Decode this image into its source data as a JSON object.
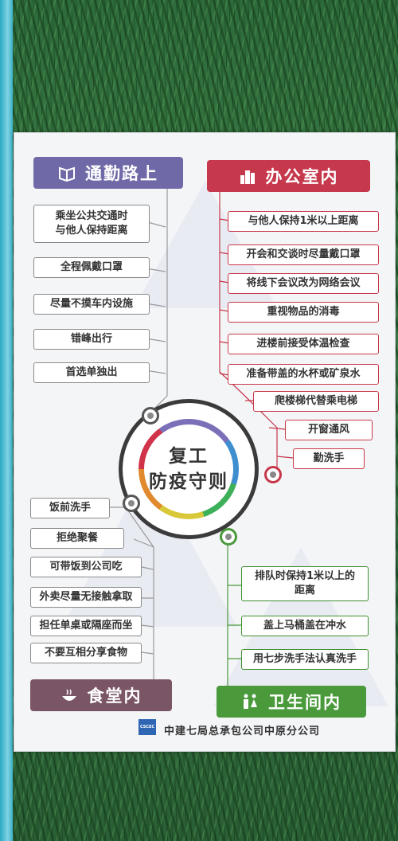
{
  "title": [
    "复工",
    "防疫守则"
  ],
  "sections": {
    "commute": {
      "title": "通勤路上",
      "color": "#6f6aa7",
      "icon": "book-icon",
      "items": [
        "乘坐公共交通时\n与他人保持距离",
        "全程佩戴口罩",
        "尽量不摸车内设施",
        "错峰出行",
        "首选单独出"
      ]
    },
    "office": {
      "title": "办公室内",
      "color": "#c6384b",
      "icon": "building-icon",
      "items": [
        "与他人保持1米以上距离",
        "开会和交谈时尽量戴口罩",
        "将线下会议改为网络会议",
        "重视物品的消毒",
        "进楼前接受体温检查",
        "准备带盖的水杯或矿泉水",
        "爬楼梯代替乘电梯",
        "开窗通风",
        "勤洗手"
      ]
    },
    "canteen": {
      "title": "食堂内",
      "color": "#7a5566",
      "icon": "bowl-icon",
      "items": [
        "饭前洗手",
        "拒绝聚餐",
        "可带饭到公司吃",
        "外卖尽量无接触拿取",
        "担任单桌或隔座而坐",
        "不要互相分享食物"
      ]
    },
    "restroom": {
      "title": "卫生间内",
      "color": "#4a9a3c",
      "icon": "restroom-icon",
      "items": [
        "排队时保持1米以上的\n距离",
        "盖上马桶盖在冲水",
        "用七步洗手法认真洗手"
      ]
    }
  },
  "footer": "中建七局总承包公司中原分公司",
  "logo_text": "CSCEC"
}
